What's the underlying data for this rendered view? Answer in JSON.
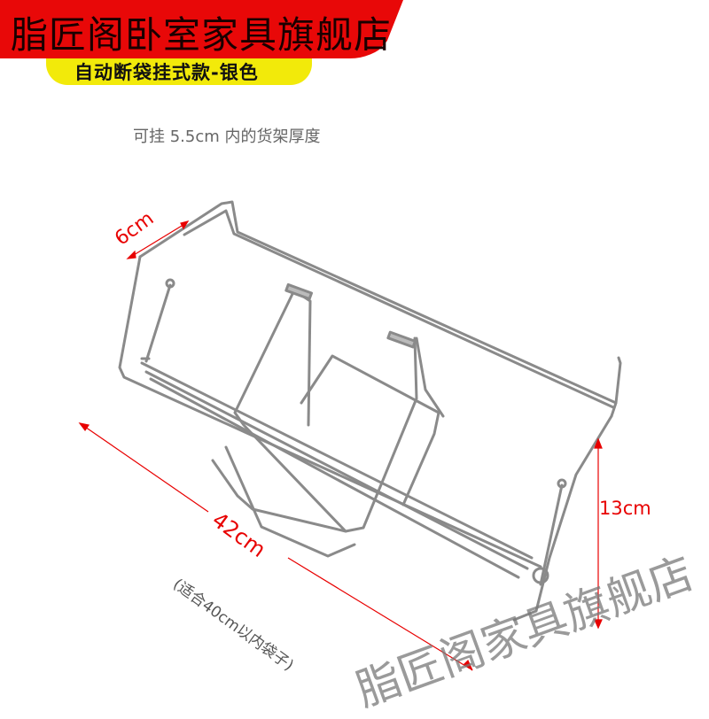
{
  "banner": {
    "store_name": "脂匠阁卧室家具旗舰店",
    "color": "#e80808"
  },
  "product_tag": {
    "label": "自动断袋挂式款-银色",
    "color": "#f2ea0a"
  },
  "subtitle": "可挂 5.5cm 内的货架厚度",
  "dimensions": {
    "depth": "6cm",
    "length": "42cm",
    "height": "13cm",
    "fit_note": "(适合40cm以内袋子)",
    "annotation_color": "#e80000"
  },
  "watermark": "脂匠阁家具旗舰店"
}
